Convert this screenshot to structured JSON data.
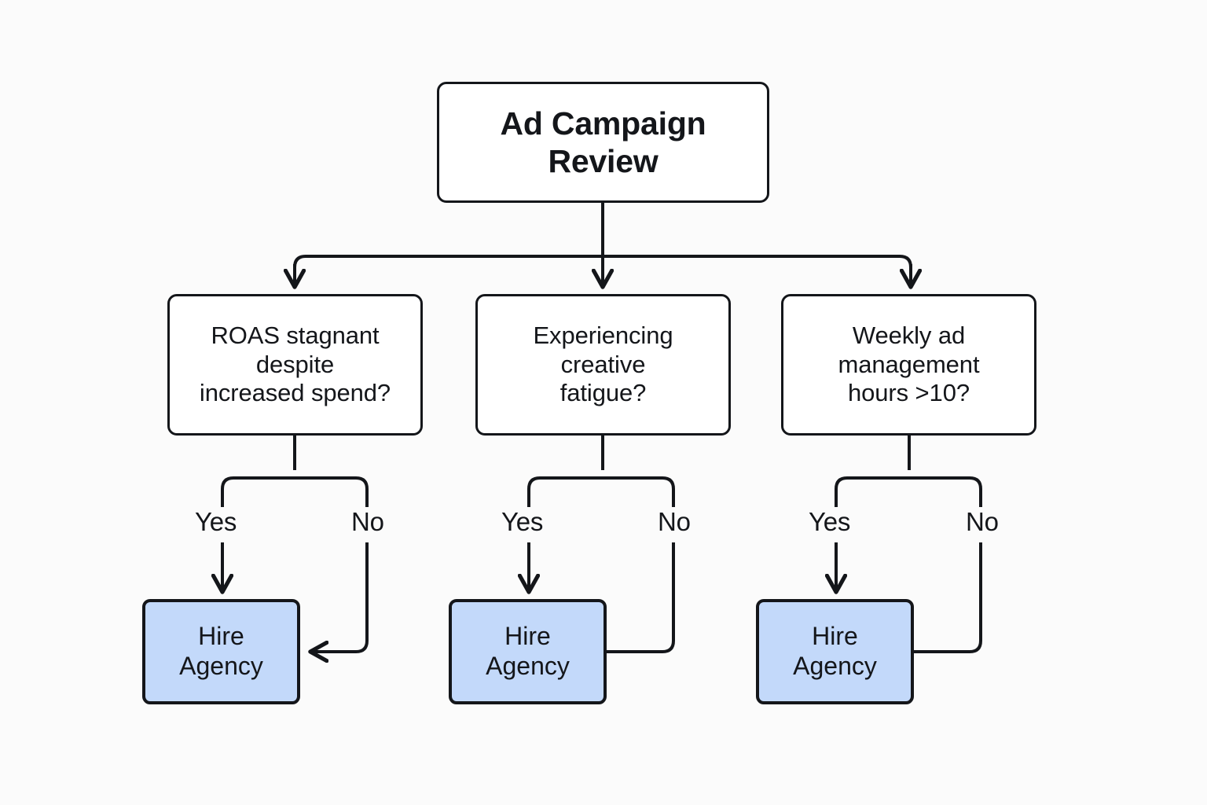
{
  "diagram": {
    "title": "Ad Campaign Review decision flowchart",
    "background_color": "#fbfbfb",
    "stroke_color": "#14161a",
    "terminal_fill_color": "#c3d9fa",
    "node_fill_color": "#ffffff"
  },
  "nodes": {
    "root": {
      "label": "Ad Campaign\nReview"
    },
    "decisions": [
      {
        "id": "roas",
        "label": "ROAS stagnant\ndespite\nincreased spend?"
      },
      {
        "id": "creative-fatigue",
        "label": "Experiencing\ncreative\nfatigue?"
      },
      {
        "id": "management-hours",
        "label": "Weekly ad\nmanagement\nhours >10?"
      }
    ],
    "terminals": [
      {
        "id": "hire-agency-1",
        "label": "Hire\nAgency"
      },
      {
        "id": "hire-agency-2",
        "label": "Hire\nAgency"
      },
      {
        "id": "hire-agency-3",
        "label": "Hire\nAgency"
      }
    ]
  },
  "edge_labels": {
    "branch1": {
      "yes": "Yes",
      "no": "No"
    },
    "branch2": {
      "yes": "Yes",
      "no": "No"
    },
    "branch3": {
      "yes": "Yes",
      "no": "No"
    }
  }
}
